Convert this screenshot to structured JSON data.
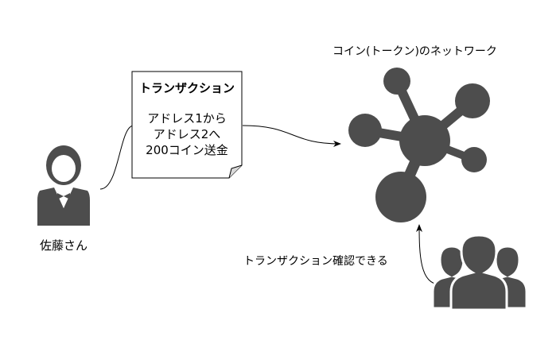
{
  "person_label": "佐藤さん",
  "transaction": {
    "title": "トランザクション",
    "lines": [
      "アドレス1から",
      "アドレス2へ",
      "200コイン送金"
    ]
  },
  "network_label": "コイン(トークン)のネットワーク",
  "confirm_label": "トランザクション確認できる",
  "colors": {
    "icon": "#4d4d4d",
    "edge": "#000000"
  }
}
